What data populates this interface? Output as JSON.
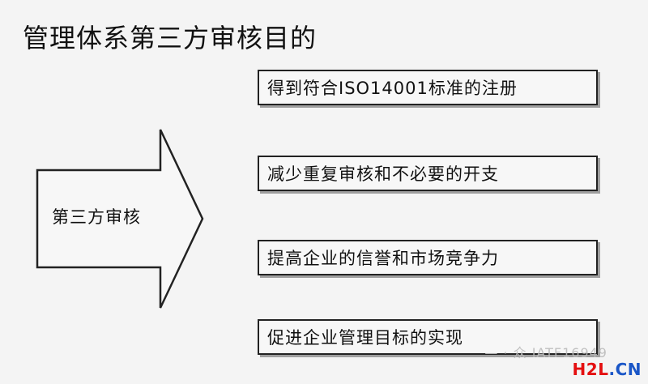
{
  "title": "管理体系第三方审核目的",
  "arrow": {
    "label": "第三方审核"
  },
  "purposes": [
    "得到符合ISO14001标准的注册",
    "减少重复审核和不必要的开支",
    "提高企业的信誉和市场竞争力",
    "促进企业管理目标的实现"
  ],
  "watermark": "— · 众 IATF16949",
  "logo": {
    "text": "H2L.CN",
    "colors": {
      "red": "#e40f10",
      "blue": "#1a56c7"
    }
  },
  "colors": {
    "background": "#f4f4f4",
    "border": "#222222"
  }
}
